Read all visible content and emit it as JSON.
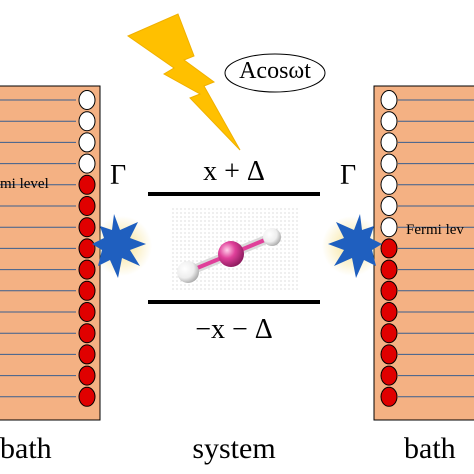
{
  "drive": {
    "label": "Acosωt"
  },
  "coupling": {
    "left": "Γ",
    "right": "Γ"
  },
  "system": {
    "upper_level": "x + Δ",
    "lower_level": "−x − Δ",
    "caption": "system"
  },
  "left_bath": {
    "caption": "bath",
    "fermi_label": "mi level",
    "empty_states": 4,
    "filled_states": 11
  },
  "right_bath": {
    "caption": "bath",
    "fermi_label": "Fermi lev",
    "empty_states": 7,
    "filled_states": 8
  },
  "colors": {
    "bath_fill": "#f4b183",
    "bath_edge": "#000000",
    "level_line": "#3a5f8f",
    "filled_state": "#e00000",
    "empty_state": "#ffffff",
    "spark": "#1f5fbf",
    "spark_glow": "#f6e08a",
    "bolt": "#ffc000",
    "molecule_center": "#e0409a",
    "molecule_end": "#f2f2f2"
  }
}
